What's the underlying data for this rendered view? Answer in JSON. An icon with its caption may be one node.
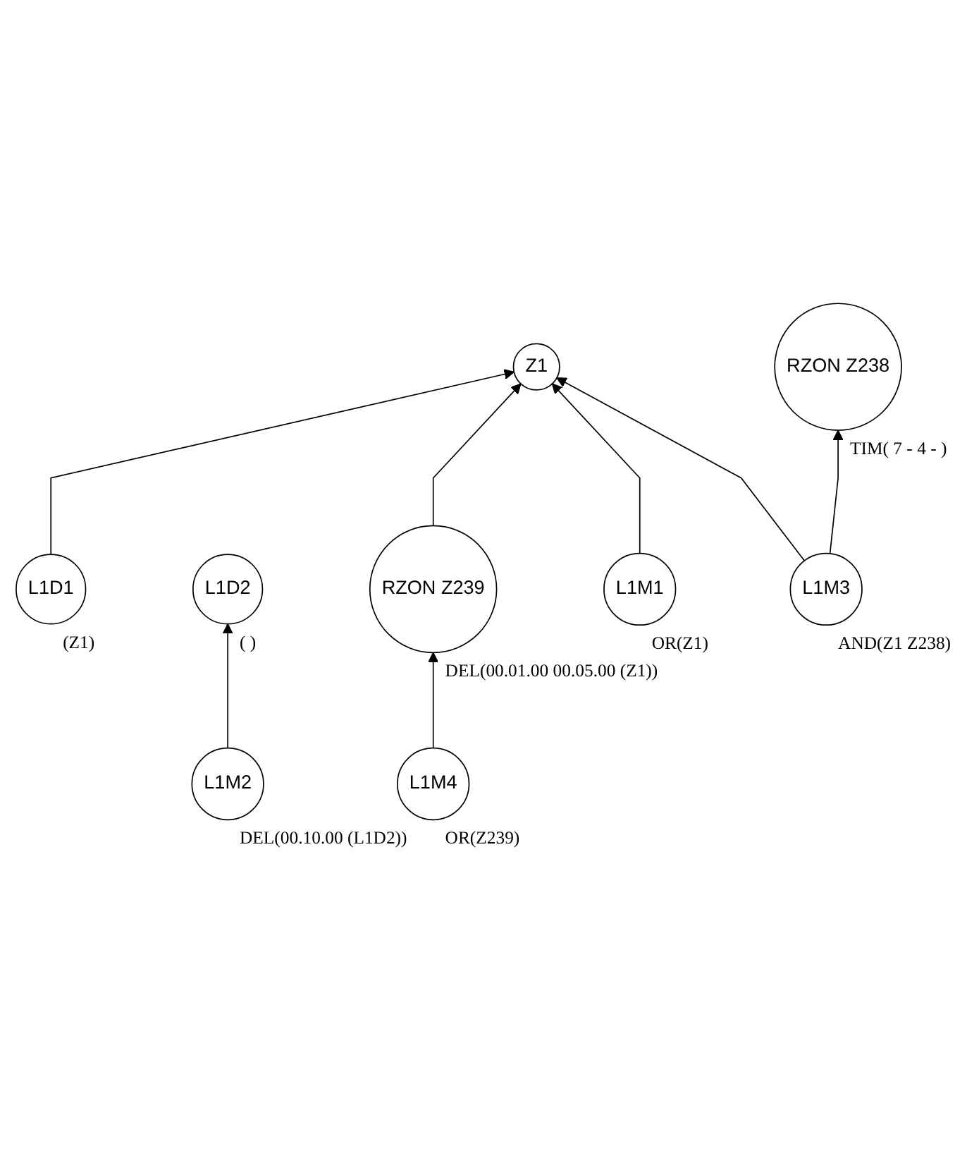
{
  "diagram": {
    "nodes": [
      {
        "text": [
          "L1D1"
        ],
        "beside": [
          "(Z1)"
        ]
      },
      {
        "text": [
          "L1D2"
        ],
        "beside": [
          "( )"
        ]
      },
      {
        "text": [
          "Z1"
        ]
      },
      {
        "text": [
          "RZON Z239"
        ],
        "beside": [
          "DEL(00.01.00 00.05.00 (Z1))"
        ]
      },
      {
        "text": [
          "RZON Z238"
        ],
        "beside": [
          "TIM( 7 - 4 - )"
        ]
      },
      {
        "text": [
          "L1M1"
        ],
        "beside": [
          "OR(Z1)"
        ]
      },
      {
        "text": [
          "L1M2"
        ],
        "beside": [
          "DEL(00.10.00 (L1D2))"
        ]
      },
      {
        "text": [
          "L1M3"
        ],
        "beside": [
          "AND(Z1 Z238)"
        ]
      },
      {
        "text": [
          "L1M4"
        ],
        "beside": [
          "OR(Z239)"
        ]
      }
    ],
    "edges": [
      {
        "from": 0,
        "to": 2,
        "arrow": "to"
      },
      {
        "from": 6,
        "to": 1,
        "arrow": "to"
      },
      {
        "from": 3,
        "to": 2,
        "arrow": "to"
      },
      {
        "from": 5,
        "to": 2,
        "arrow": "to"
      },
      {
        "from": 7,
        "to": 2,
        "arrow": "to"
      },
      {
        "from": 7,
        "to": 4,
        "arrow": "to"
      },
      {
        "from": 8,
        "to": 3,
        "arrow": "to"
      }
    ]
  }
}
